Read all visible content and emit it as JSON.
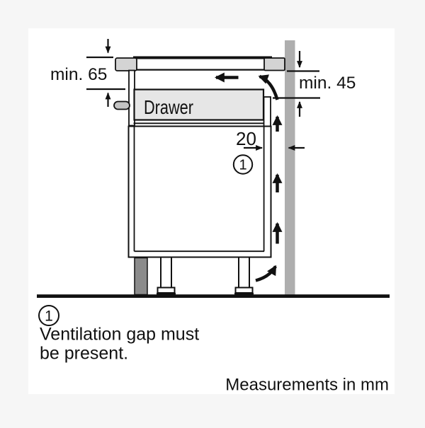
{
  "diagram": {
    "drawer_label": "Drawer",
    "dimensions": {
      "left_vertical": "min. 65",
      "right_vertical": "min. 45",
      "ventilation_gap": "20"
    },
    "callout": {
      "marker": "1"
    },
    "footnote": {
      "marker": "1",
      "text_line1": "Ventilation gap must",
      "text_line2": "be present."
    },
    "units_note": "Measurements in mm",
    "colors": {
      "page_bg": "#f6f6f6",
      "canvas": "#ffffff",
      "line": "#111111",
      "wall": "#aeaeae",
      "worktop_block": "#d4d4d4",
      "drawer_fill": "#e6e6e6",
      "handle": "#c4c4c4",
      "plinth": "#8b8b8b"
    }
  }
}
